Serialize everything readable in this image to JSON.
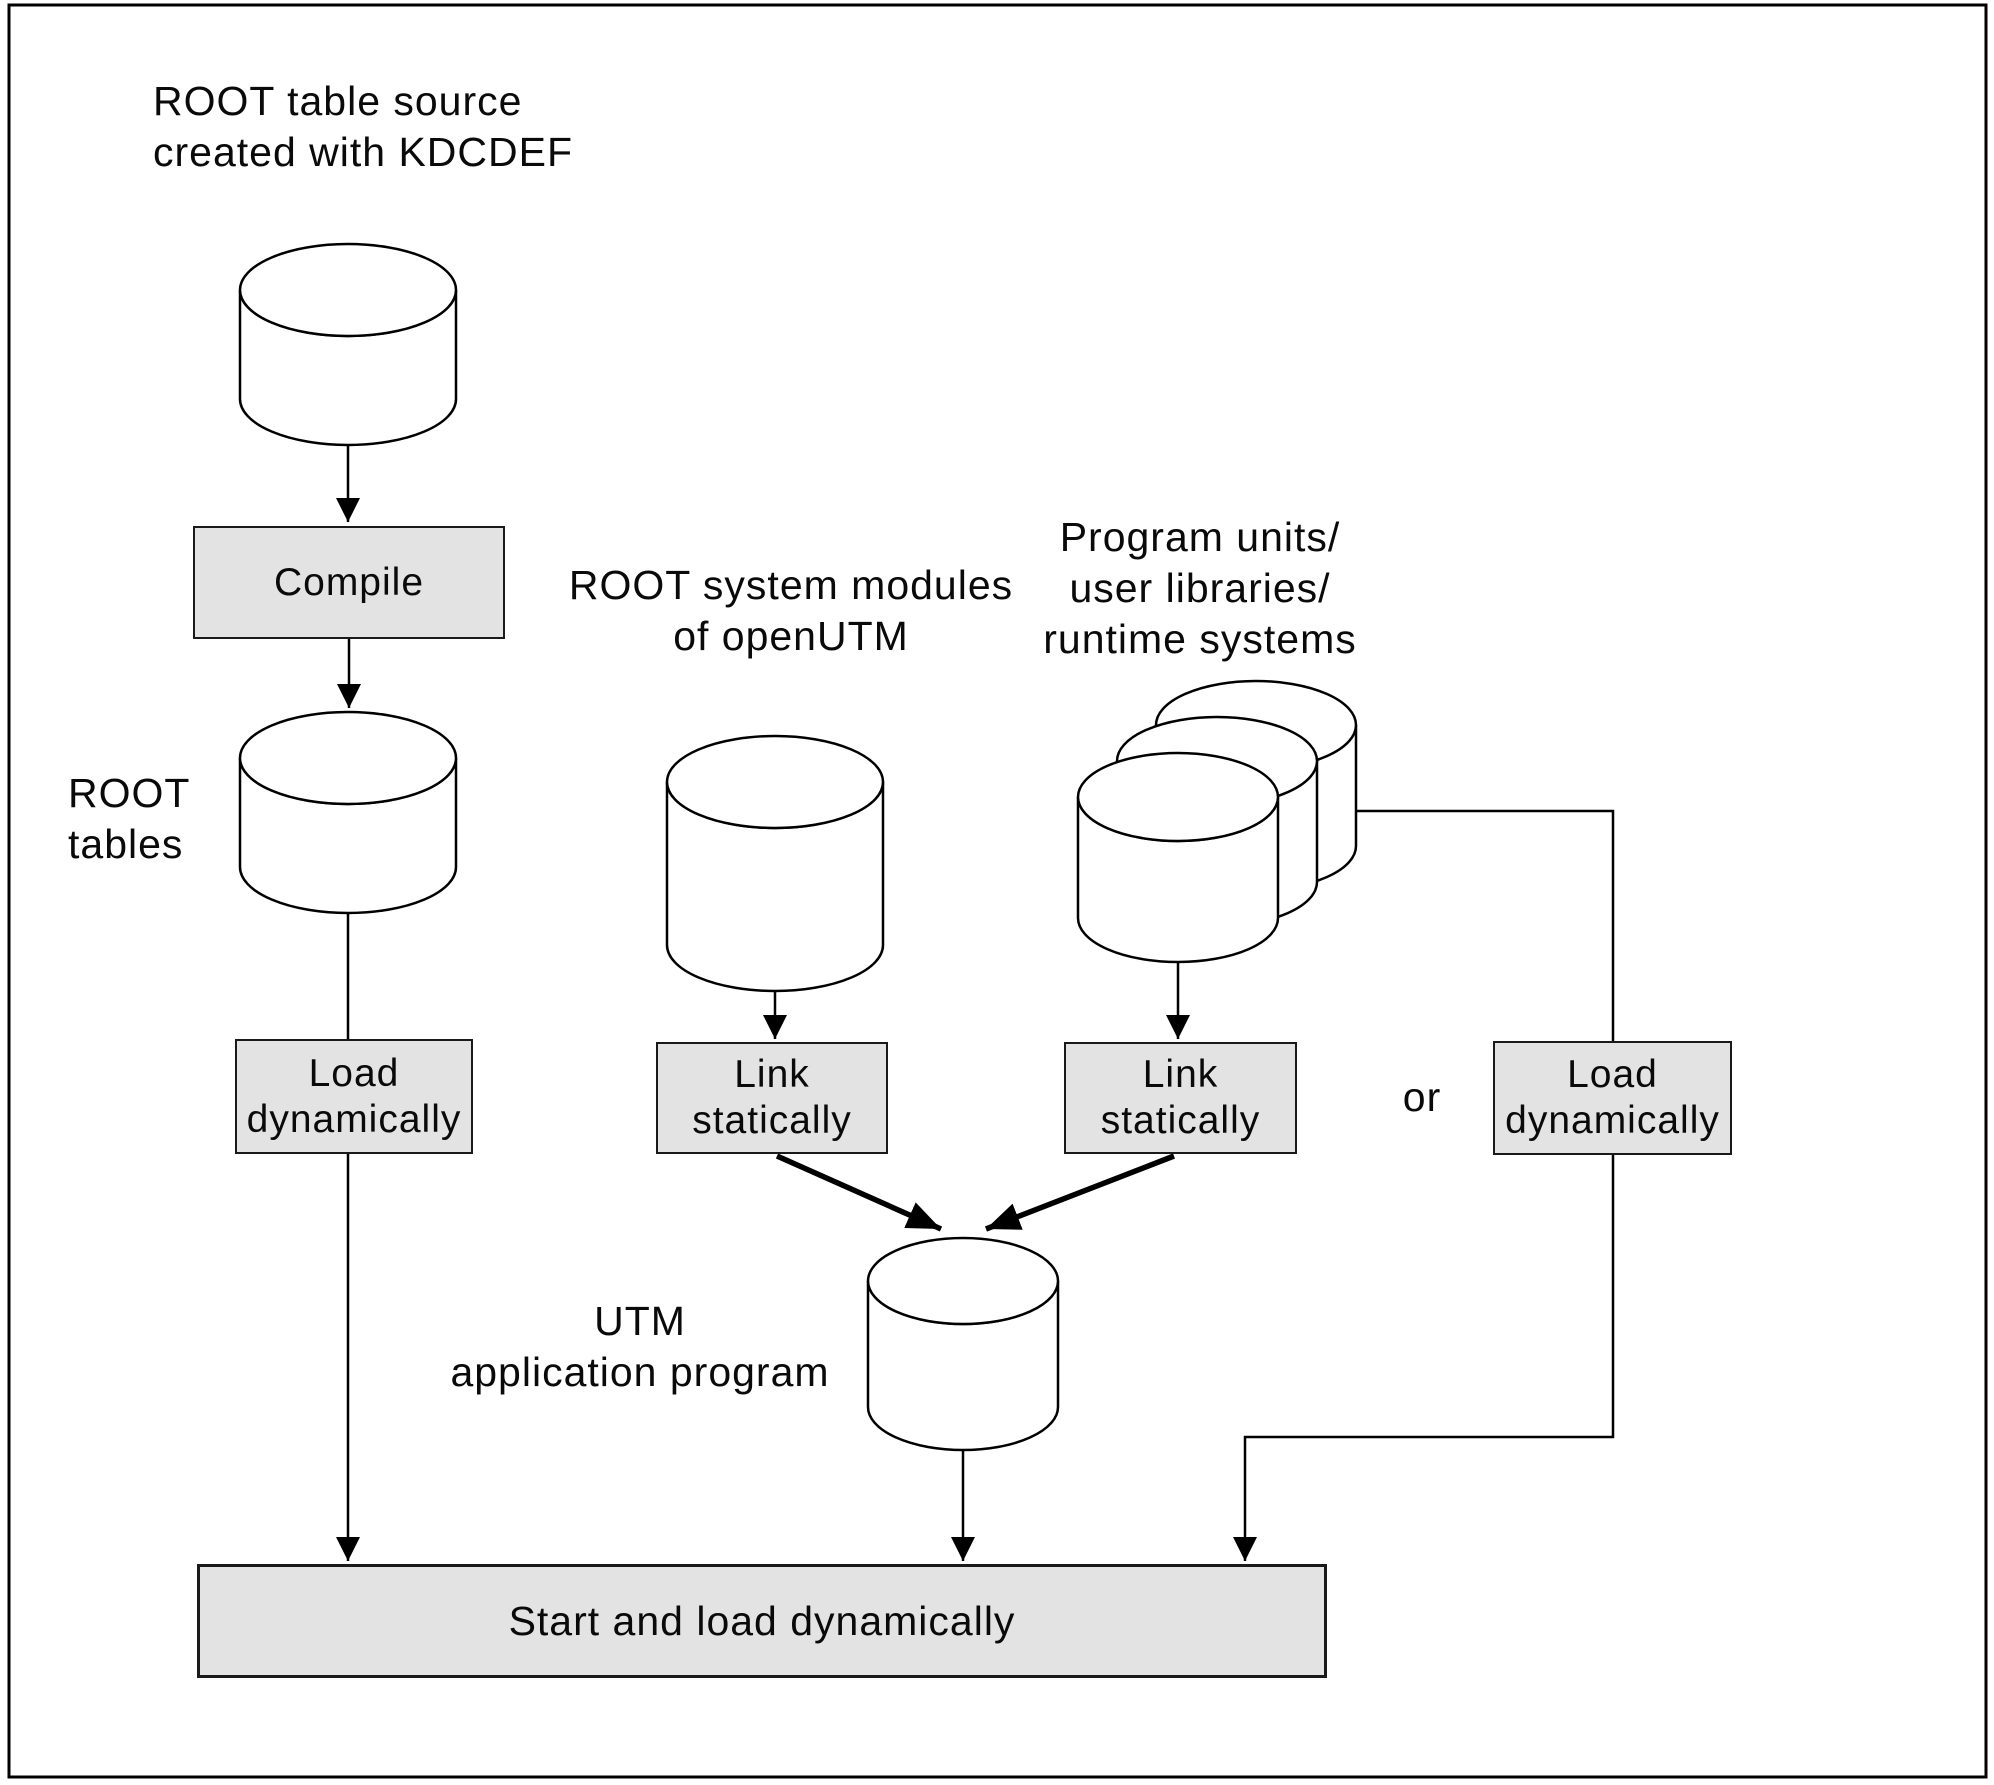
{
  "figure": {
    "kind": "flow-diagram",
    "description": "Generation of a UTM application program: ROOT table source compiled to ROOT tables, ROOT system modules and program units linked statically or loaded dynamically into the UTM application program, then started and loaded dynamically."
  },
  "labels": {
    "root_source": {
      "line1": "ROOT table source",
      "line2": "created with KDCDEF"
    },
    "root_tables": {
      "line1": "ROOT",
      "line2": "tables"
    },
    "root_modules": {
      "line1": "ROOT system modules",
      "line2": "of openUTM"
    },
    "program_units": {
      "line1": "Program units/",
      "line2": "user libraries/",
      "line3": "runtime systems"
    },
    "utm_app": {
      "line1": "UTM",
      "line2": "application program"
    },
    "or": "or"
  },
  "boxes": {
    "compile": "Compile",
    "load_dynamically_left": {
      "line1": "Load",
      "line2": "dynamically"
    },
    "link_statically_middle": {
      "line1": "Link",
      "line2": "statically"
    },
    "link_statically_right": {
      "line1": "Link",
      "line2": "statically"
    },
    "load_dynamically_right": {
      "line1": "Load",
      "line2": "dynamically"
    },
    "start": "Start and load dynamically"
  },
  "colors": {
    "box_fill": "#e3e3e3",
    "box_border": "#1a1a1a",
    "line": "#000000",
    "background": "#ffffff",
    "text": "#0a0a0a"
  }
}
